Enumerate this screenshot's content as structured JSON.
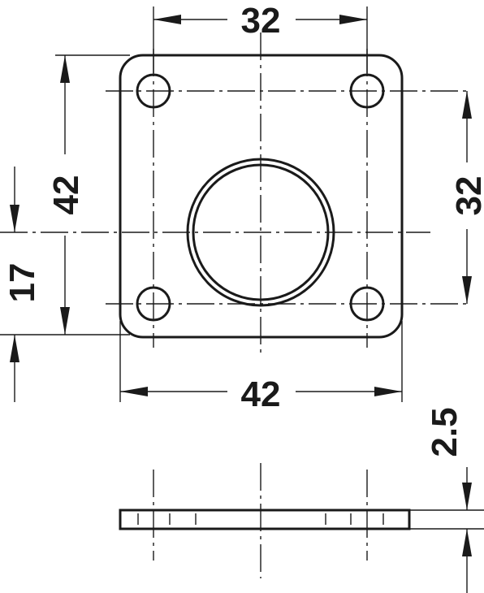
{
  "dimensions": {
    "top_hole_spacing": "32",
    "plate_height": "42",
    "right_hole_spacing": "32",
    "bore_offset": "17",
    "plate_width": "42",
    "thickness": "2.5"
  }
}
